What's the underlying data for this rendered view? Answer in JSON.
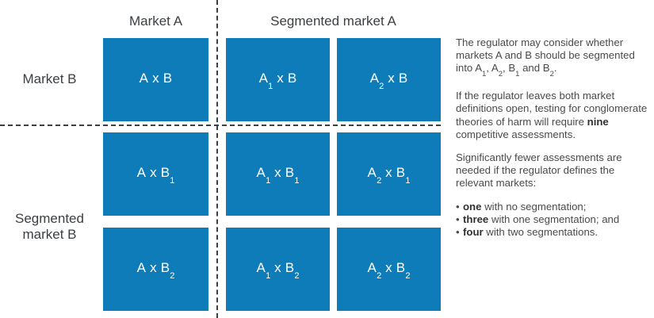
{
  "colors": {
    "cell_blue": "#0d7cb8",
    "label_gray": "#3c4043",
    "body_gray": "#4a4a4a",
    "divider": "#3c4043",
    "background": "#ffffff"
  },
  "matrix": {
    "column_headers": [
      {
        "label": "Market A",
        "span": 1
      },
      {
        "label": "Segmented market A",
        "span": 2
      }
    ],
    "row_headers": [
      {
        "label": "Market B"
      },
      {
        "label": "Segmented market B",
        "line1": "Segmented",
        "line2": "market B"
      }
    ],
    "cells": [
      {
        "id": "r1c1",
        "base": "A x B",
        "a_sub": "",
        "b_sub": "",
        "text": "A x B"
      },
      {
        "id": "r1c2",
        "base": "A",
        "a_sub": "1",
        "b_sub": "",
        "text": "A1 x B"
      },
      {
        "id": "r1c3",
        "base": "A",
        "a_sub": "2",
        "b_sub": "",
        "text": "A2 x B"
      },
      {
        "id": "r2c1",
        "base": "A",
        "a_sub": "",
        "b_sub": "1",
        "text": "A x B1"
      },
      {
        "id": "r2c2",
        "base": "A",
        "a_sub": "1",
        "b_sub": "1",
        "text": "A1 x B1"
      },
      {
        "id": "r2c3",
        "base": "A",
        "a_sub": "2",
        "b_sub": "1",
        "text": "A2 x B1"
      },
      {
        "id": "r3c1",
        "base": "A",
        "a_sub": "",
        "b_sub": "2",
        "text": "A x B2"
      },
      {
        "id": "r3c2",
        "base": "A",
        "a_sub": "1",
        "b_sub": "2",
        "text": "A1 x B2"
      },
      {
        "id": "r3c3",
        "base": "A",
        "a_sub": "2",
        "b_sub": "2",
        "text": "A2 x B2"
      }
    ],
    "cell_parts": {
      "times": " x ",
      "a": "A",
      "b": "B"
    }
  },
  "side_panel": {
    "para1": {
      "part1": "The regulator may consider whether markets A and B should be segmented into A",
      "sub1": "1",
      "part2": ", A",
      "sub2": "2",
      "part3": ", B",
      "sub3": "1",
      "part4": " and B",
      "sub4": "2",
      "part5": "."
    },
    "para2": {
      "part1": "If the regulator leaves both market definitions open, testing for conglomerate theories of harm will require ",
      "emphasis": "nine",
      "part2": " competitive assessments."
    },
    "para3": {
      "text": "Significantly fewer assessments are needed if the regulator defines the relevant markets:"
    },
    "bullets": [
      {
        "emphasis": "one",
        "rest": " with no segmentation;"
      },
      {
        "emphasis": "three",
        "rest": " with one segmentation; and"
      },
      {
        "emphasis": "four",
        "rest": " with two segmentations."
      }
    ]
  }
}
